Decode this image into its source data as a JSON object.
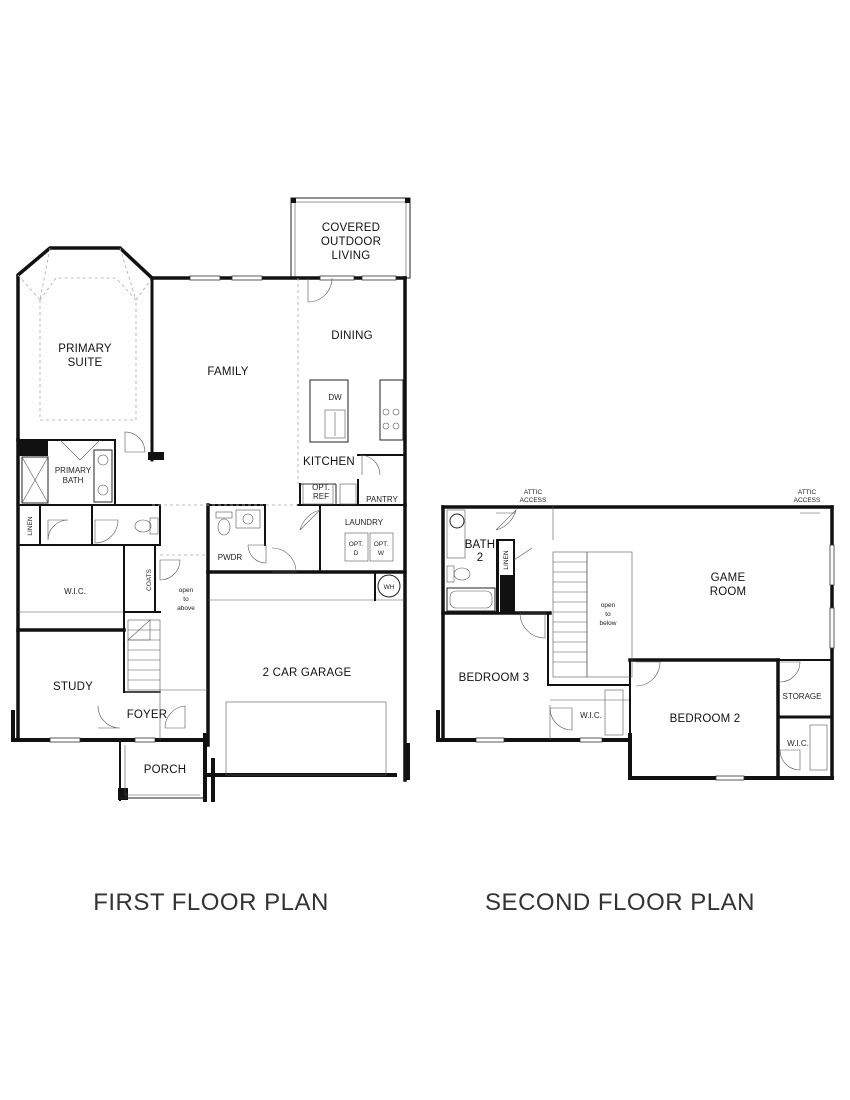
{
  "first_floor": {
    "title": "FIRST FLOOR PLAN",
    "rooms": {
      "covered_outdoor_living": [
        "COVERED",
        "OUTDOOR",
        "LIVING"
      ],
      "primary_suite": [
        "PRIMARY",
        "SUITE"
      ],
      "family": "FAMILY",
      "dining": "DINING",
      "dw": "DW",
      "kitchen": "KITCHEN",
      "opt_ref": [
        "OPT.",
        "REF"
      ],
      "pantry": "PANTRY",
      "primary_bath": [
        "PRIMARY",
        "BATH"
      ],
      "linen": "LINEN",
      "laundry": "LAUNDRY",
      "opt_d": [
        "OPT.",
        "D"
      ],
      "opt_w": [
        "OPT.",
        "W"
      ],
      "pwdr": "PWDR",
      "wh": "WH",
      "wic": "W.I.C.",
      "coats": "COATS",
      "open_to_above": [
        "open",
        "to",
        "above"
      ],
      "garage": "2 CAR GARAGE",
      "study": "STUDY",
      "foyer": "FOYER",
      "porch": "PORCH"
    }
  },
  "second_floor": {
    "title": "SECOND FLOOR PLAN",
    "rooms": {
      "attic_access_left": [
        "ATTIC",
        "ACCESS"
      ],
      "attic_access_right": [
        "ATTIC",
        "ACCESS"
      ],
      "bath2": [
        "BATH",
        "2"
      ],
      "linen": "LINEN",
      "game_room": [
        "GAME",
        "ROOM"
      ],
      "open_to_below": [
        "open",
        "to",
        "below"
      ],
      "bedroom3": "BEDROOM 3",
      "storage": "STORAGE",
      "bedroom2": "BEDROOM 2",
      "wic_left": "W.I.C.",
      "wic_right": "W.I.C."
    }
  }
}
